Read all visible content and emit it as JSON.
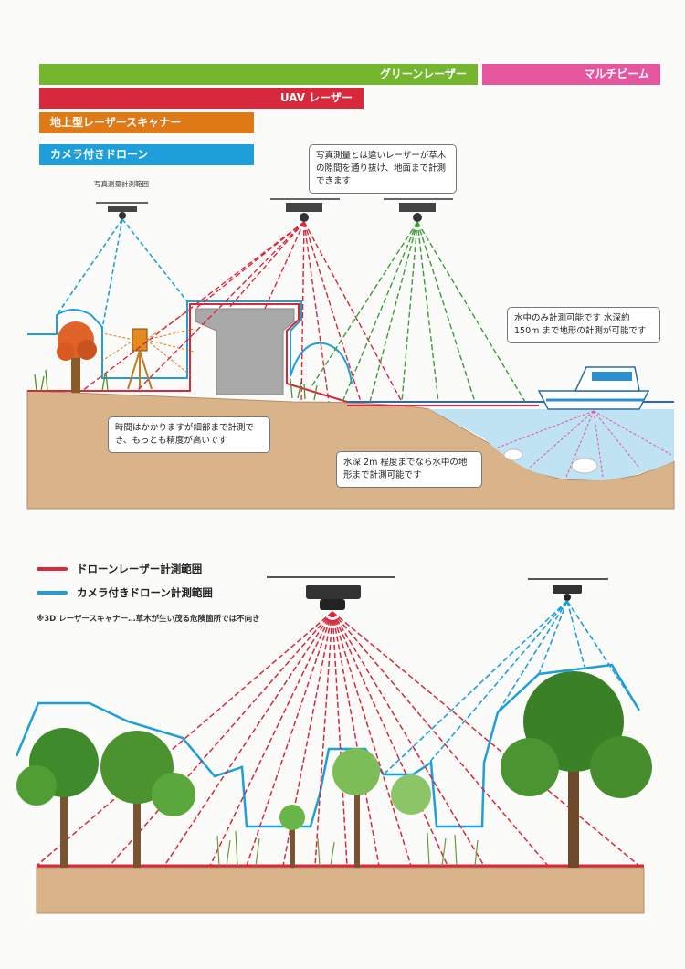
{
  "bars": {
    "green": "グリーンレーザー",
    "pink": "マルチビーム",
    "red": "UAV レーザー",
    "orange": "地上型レーザースキャナー",
    "blue": "カメラ付きドローン"
  },
  "labels": {
    "photo_range": "写真測量計測範囲"
  },
  "notes": {
    "green_laser": "写真測量とは違いレーザーが草木の隙間を通り抜け、地面まで計測できます",
    "multibeam": "水中のみ計測可能です 水深約 150m まで地形の計測が可能です",
    "ground_scanner": "時間はかかりますが細部まで計測でき、もっとも精度が高いです",
    "underwater": "水深 2m 程度までなら水中の地形まで計測可能です"
  },
  "legend": {
    "drone_laser": "ドローンレーザー計測範囲",
    "camera_drone": "カメラ付きドローン計測範囲",
    "footnote": "※3D レーザースキャナー…草木が生い茂る危険箇所では不向き"
  },
  "colors": {
    "green": "#74b72f",
    "pink": "#e6569f",
    "red": "#d8283b",
    "orange": "#e07a17",
    "blue": "#1f9fd9",
    "ground": "#d9b48a",
    "water": "#bfe3f2"
  }
}
